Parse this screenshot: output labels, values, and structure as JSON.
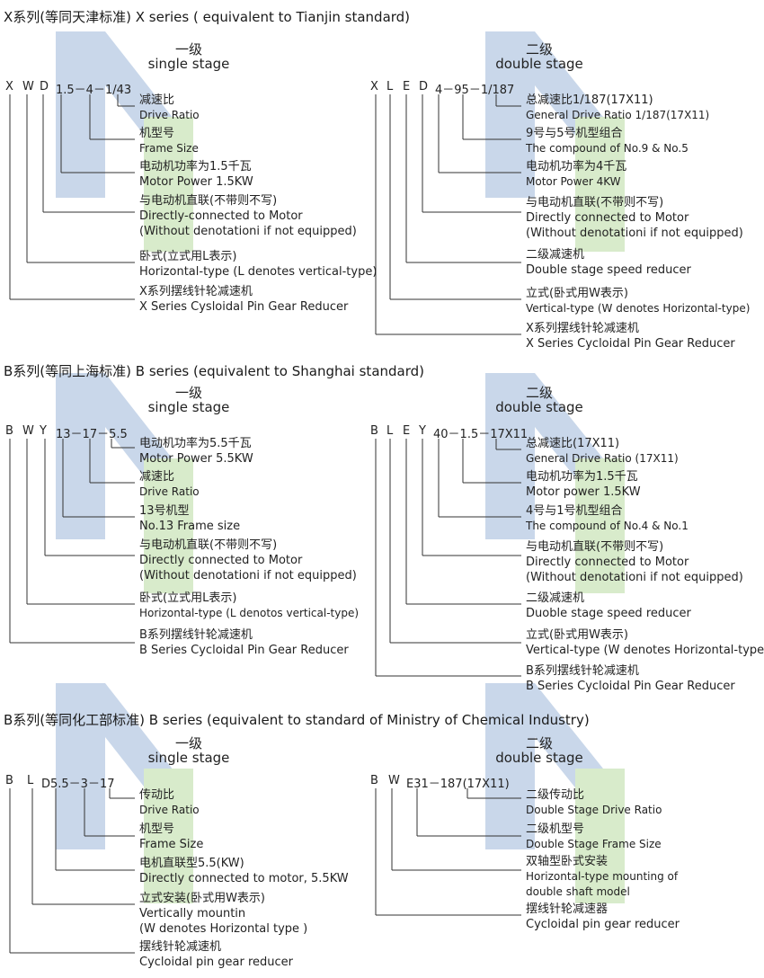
{
  "colors": {
    "watermark_blue": "#9db8d9",
    "watermark_green": "#b9dca2",
    "text": "#222222"
  },
  "sections": [
    {
      "header": "X系列(等同天津标准)   X series ( equivalent to Tianjin standard)",
      "single": {
        "cn": "一级",
        "en": "single stage",
        "code": [
          "X",
          "W",
          "D",
          "1.5－4－1/43"
        ],
        "items": [
          {
            "cn": "减速比",
            "en": [
              "Drive Ratio"
            ]
          },
          {
            "cn": "机型号",
            "en": [
              "Frame Size"
            ]
          },
          {
            "cn": "电动机功率为1.5千瓦",
            "en": [
              "Motor Power 1.5KW"
            ]
          },
          {
            "cn": "与电动机直联(不带则不写)",
            "en": [
              "Directly-connected to Motor",
              "(Without denotationi if not equipped)"
            ]
          },
          {
            "cn": "卧式(立式用L表示)",
            "en": [
              "Horizontal-type (L denotes vertical-type)"
            ]
          },
          {
            "cn": "X系列摆线针轮减速机",
            "en": [
              "X Series Cysloidal Pin Gear Reducer"
            ]
          }
        ]
      },
      "double": {
        "cn": "二级",
        "en": "double stage",
        "code": [
          "X",
          "L",
          "E",
          "D",
          "4－95－1/187"
        ],
        "items": [
          {
            "cn": "总减速比1/187(17X11)",
            "en": [
              "General Drive Ratio 1/187(17X11)"
            ]
          },
          {
            "cn": "9号与5号机型组合",
            "en": [
              "The compound of No.9 & No.5"
            ]
          },
          {
            "cn": "电动机功率为4千瓦",
            "en": [
              "Motor Power 4KW"
            ]
          },
          {
            "cn": "与电动机直联(不带则不写)",
            "en": [
              "Directly connected to Motor",
              "(Without denotationi if not equipped)"
            ]
          },
          {
            "cn": "二级减速机",
            "en": [
              "Double stage speed reducer"
            ]
          },
          {
            "cn": "立式(卧式用W表示)",
            "en": [
              "Vertical-type (W denotes Horizontal-type)"
            ]
          },
          {
            "cn": "X系列摆线针轮减速机",
            "en": [
              "X Series Cycloidal Pin Gear Reducer"
            ]
          }
        ]
      }
    },
    {
      "header": "B系列(等同上海标准)   B series (equivalent to Shanghai standard)",
      "single": {
        "cn": "一级",
        "en": "single stage",
        "code": [
          "B",
          "W",
          "Y",
          "13－17－5.5"
        ],
        "items": [
          {
            "cn": "电动机功率为5.5千瓦",
            "en": [
              "Motor Power 5.5KW"
            ]
          },
          {
            "cn": "减速比",
            "en": [
              "Drive Ratio"
            ]
          },
          {
            "cn": "13号机型",
            "en": [
              "No.13 Frame size"
            ]
          },
          {
            "cn": "与电动机直联(不带则不写)",
            "en": [
              "Directly connected to Motor",
              "(Without denotationi if not equipped)"
            ]
          },
          {
            "cn": "卧式(立式用L表示)",
            "en": [
              "Horizontal-type (L denotos vertical-type)"
            ]
          },
          {
            "cn": "B系列摆线针轮减速机",
            "en": [
              "B Series Cycloidal Pin Gear Reducer"
            ]
          }
        ]
      },
      "double": {
        "cn": "二级",
        "en": "double stage",
        "code": [
          "B",
          "L",
          "E",
          "Y",
          "40－1.5－17X11"
        ],
        "items": [
          {
            "cn": "总减速比(17X11)",
            "en": [
              "General Drive Ratio (17X11)"
            ]
          },
          {
            "cn": "电动机功率为1.5千瓦",
            "en": [
              "Motor power 1.5KW"
            ]
          },
          {
            "cn": "4号与1号机型组合",
            "en": [
              "The compound of No.4 & No.1"
            ]
          },
          {
            "cn": "与电动机直联(不带则不写)",
            "en": [
              "Directly connected to Motor",
              "(Without denotationi if not equipped)"
            ]
          },
          {
            "cn": "二级减速机",
            "en": [
              "Duoble stage speed reducer"
            ]
          },
          {
            "cn": "立式(卧式用W表示)",
            "en": [
              "Vertical-type (W denotes Horizontal-type)"
            ]
          },
          {
            "cn": "B系列摆线针轮减速机",
            "en": [
              "B Series Cycloidal Pin Gear Reducer"
            ]
          }
        ]
      }
    },
    {
      "header": "B系列(等同化工部标准)   B series (equivalent to standard of Ministry of Chemical Industry)",
      "single": {
        "cn": "一级",
        "en": "single stage",
        "code": [
          "B",
          "L",
          "D5.5－3－17"
        ],
        "items": [
          {
            "cn": "传动比",
            "en": [
              "Drive Ratio"
            ]
          },
          {
            "cn": "机型号",
            "en": [
              "Frame Size"
            ]
          },
          {
            "cn": "电机直联型5.5(KW)",
            "en": [
              "Directly connected to motor, 5.5KW"
            ]
          },
          {
            "cn": "立式安装(卧式用W表示)",
            "en": [
              "Vertically mountin",
              "(W denotes Horizontal type )"
            ]
          },
          {
            "cn": "摆线针轮减速机",
            "en": [
              "Cycloidal pin gear reducer"
            ]
          }
        ]
      },
      "double": {
        "cn": "二级",
        "en": "double stage",
        "code": [
          "B",
          "W",
          "E31－187(17X11)"
        ],
        "items": [
          {
            "cn": "二级传动比",
            "en": [
              "Double Stage Drive Ratio"
            ]
          },
          {
            "cn": "二级机型号",
            "en": [
              "Double Stage Frame Size"
            ]
          },
          {
            "cn": "双轴型卧式安装",
            "en": [
              "Horizontal-type mounting of",
              "double shaft model"
            ]
          },
          {
            "cn": "摆线针轮减速器",
            "en": [
              "Cycloidal pin gear reducer"
            ]
          }
        ]
      }
    }
  ]
}
